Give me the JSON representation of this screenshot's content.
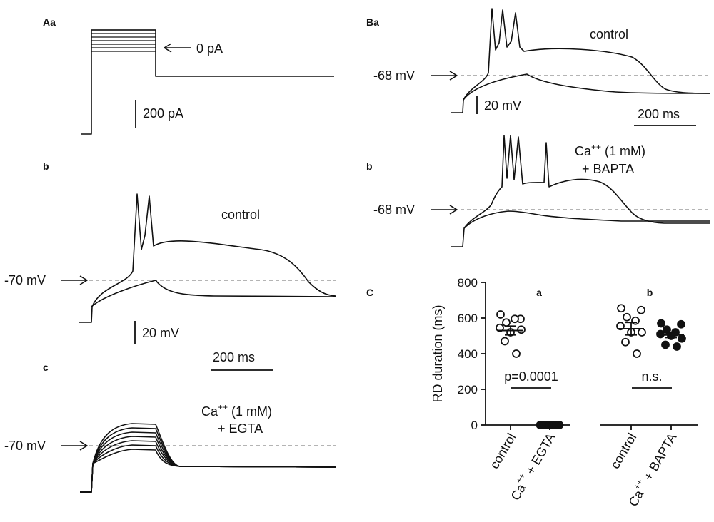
{
  "panels": {
    "Aa": "Aa",
    "Ab": "b",
    "Ac": "c",
    "Ba": "Ba",
    "Bb": "b",
    "C": "C"
  },
  "annotations": {
    "zero_pa": "0 pA",
    "scale_200pa": "200 pA",
    "ab_vm": "-70 mV",
    "ab_control": "control",
    "ab_scale_20mv": "20 mV",
    "ab_scale_200ms": "200 ms",
    "ac_vm": "-70 mV",
    "ac_cond_line1_base": "Ca",
    "ac_cond_line1_sup": "++",
    "ac_cond_line1_rest": " (1 mM)",
    "ac_cond_line2": "+ EGTA",
    "ba_vm": "-68 mV",
    "ba_control": "control",
    "ba_scale_20mv": "20 mV",
    "ba_scale_200ms": "200 ms",
    "bb_vm": "-68 mV",
    "bb_cond_line1_base": "Ca",
    "bb_cond_line1_sup": "++",
    "bb_cond_line1_rest": " (1 mM)",
    "bb_cond_line2": "+ BAPTA"
  },
  "chart_data": [
    {
      "type": "scatter",
      "ylabel": "RD duration (ms)",
      "ylim": [
        0,
        800
      ],
      "yticks": [
        0,
        200,
        400,
        600,
        800
      ],
      "subpanels": [
        "a",
        "b"
      ],
      "categories": [
        {
          "group": "a",
          "label_parts": [
            "control"
          ]
        },
        {
          "group": "a",
          "label_parts": [
            "Ca",
            "++",
            " + EGTA"
          ]
        },
        {
          "group": "b",
          "label_parts": [
            "control"
          ]
        },
        {
          "group": "b",
          "label_parts": [
            "Ca",
            "++",
            " + BAPTA"
          ]
        }
      ],
      "series": [
        {
          "category": 0,
          "filled": false,
          "mean": 530,
          "sem": 25,
          "values": [
            620,
            595,
            575,
            595,
            545,
            520,
            535,
            470,
            400
          ]
        },
        {
          "category": 1,
          "filled": true,
          "mean": 0,
          "sem": 0,
          "values": [
            0,
            0,
            0,
            0,
            0,
            0,
            0
          ]
        },
        {
          "category": 2,
          "filled": false,
          "mean": 540,
          "sem": 35,
          "values": [
            655,
            645,
            605,
            585,
            555,
            520,
            520,
            465,
            400
          ]
        },
        {
          "category": 3,
          "filled": true,
          "mean": 505,
          "sem": 15,
          "values": [
            570,
            565,
            535,
            520,
            510,
            500,
            485,
            450,
            440
          ]
        }
      ],
      "comparisons": [
        {
          "group": "a",
          "label": "p=0.0001"
        },
        {
          "group": "b",
          "label": "n.s."
        }
      ]
    }
  ]
}
